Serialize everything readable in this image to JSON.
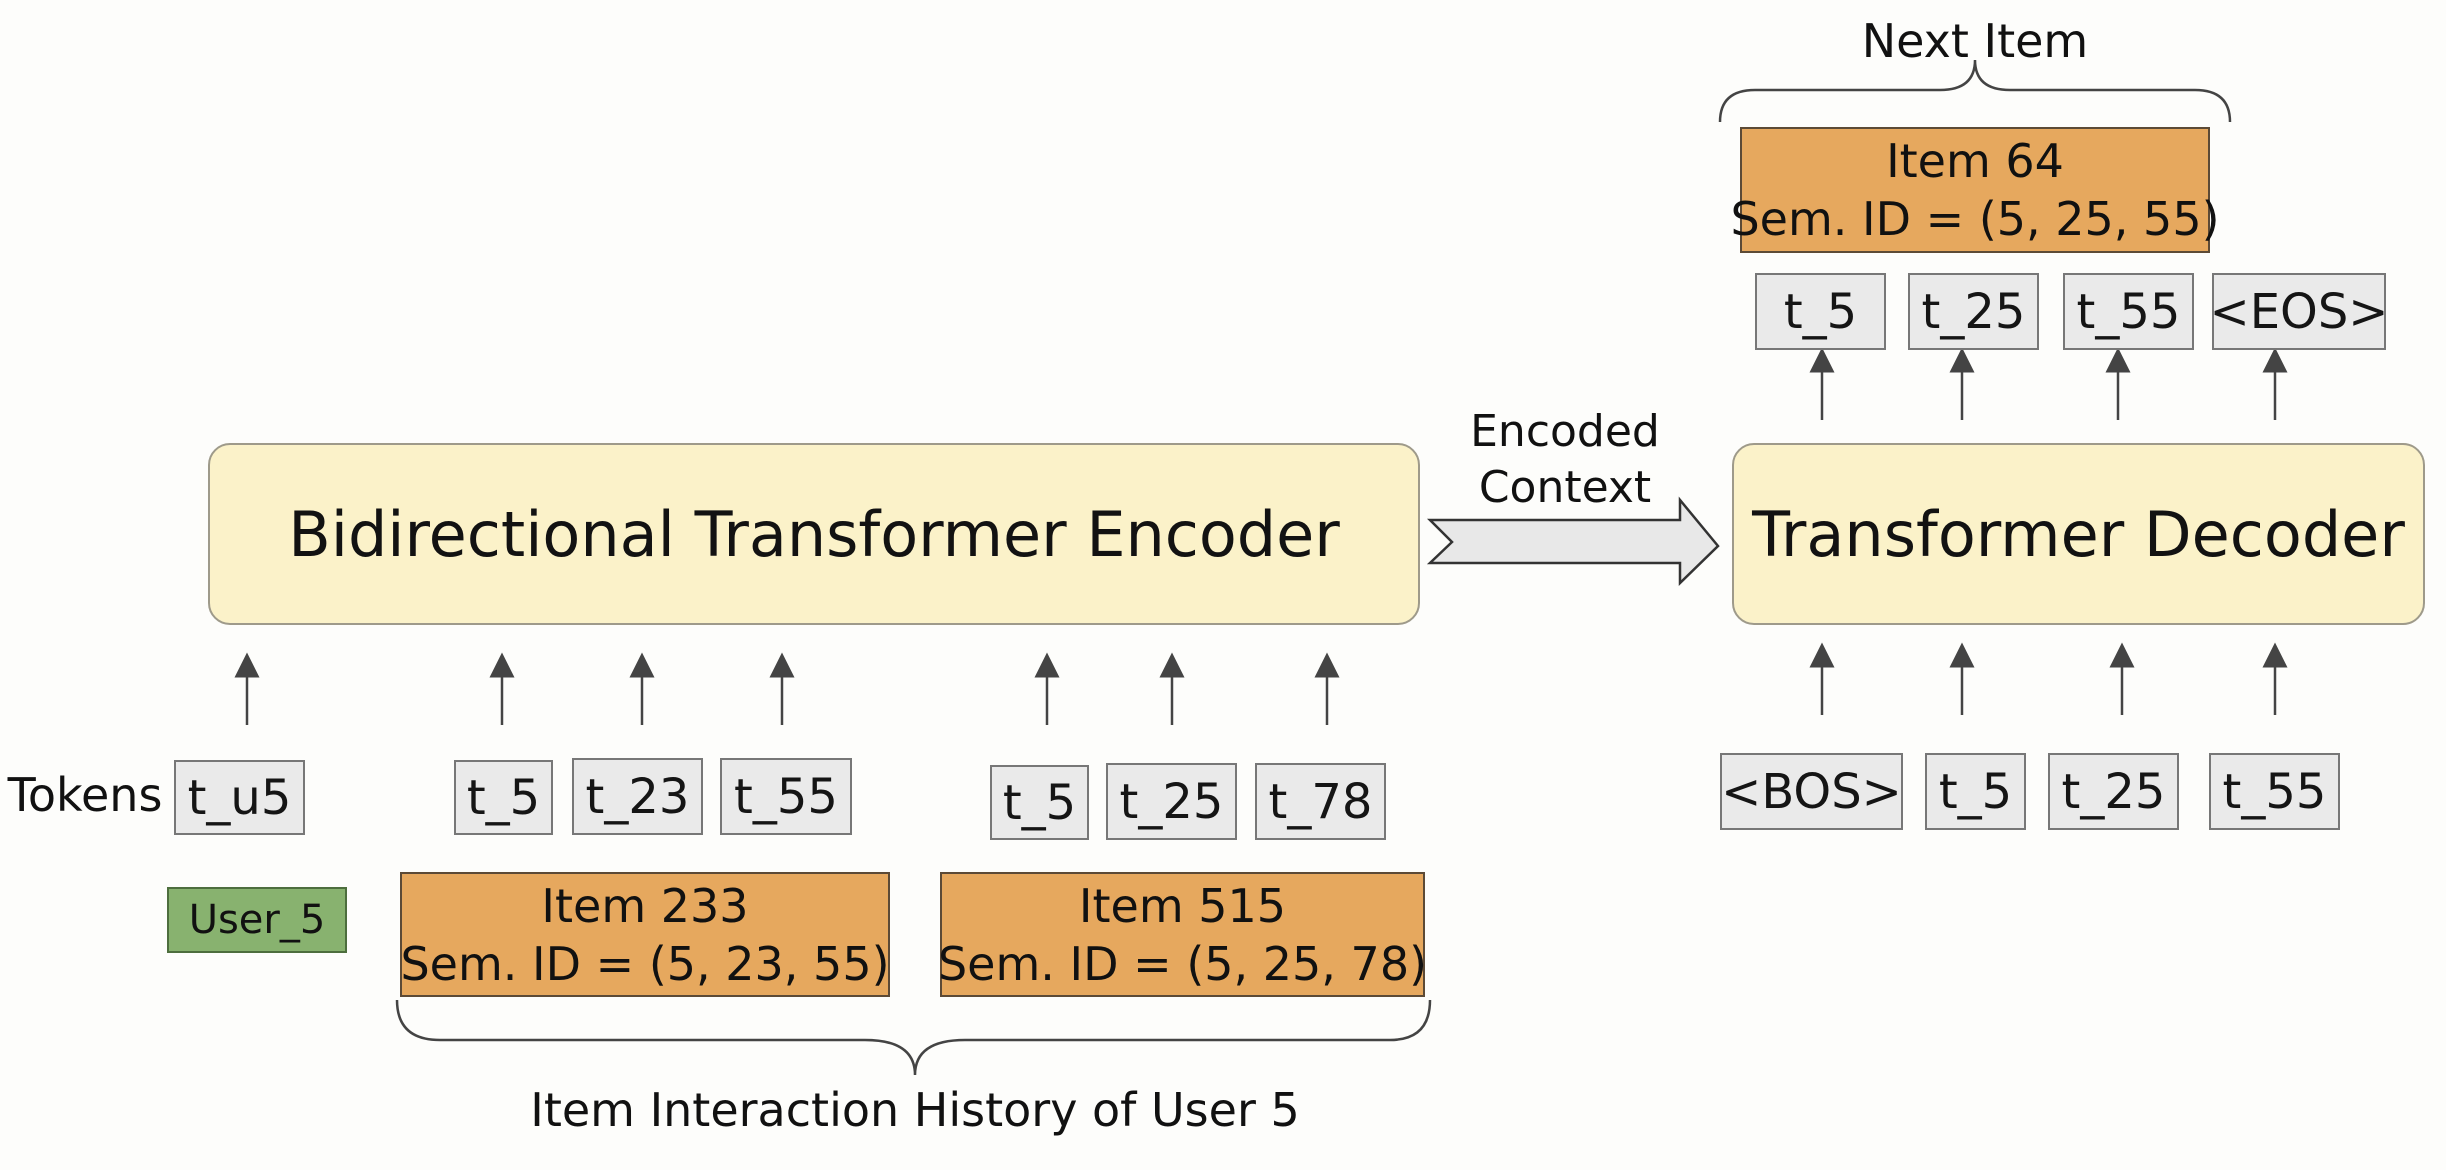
{
  "encoder": {
    "label": "Bidirectional Transformer Encoder"
  },
  "decoder": {
    "label": "Transformer Decoder"
  },
  "encoded_context": {
    "line1": "Encoded",
    "line2": "Context"
  },
  "tokens_label": "Tokens",
  "user": {
    "token": "t_u5",
    "label": "User_5"
  },
  "history_items": [
    {
      "name": "Item 233",
      "sem_id": "Sem. ID = (5, 23, 55)",
      "tokens": [
        "t_5",
        "t_23",
        "t_55"
      ]
    },
    {
      "name": "Item 515",
      "sem_id": "Sem. ID = (5, 25, 78)",
      "tokens": [
        "t_5",
        "t_25",
        "t_78"
      ]
    }
  ],
  "history_label": "Item Interaction History of User 5",
  "decoder_inputs": [
    "<BOS>",
    "t_5",
    "t_25",
    "t_55"
  ],
  "decoder_outputs": [
    "t_5",
    "t_25",
    "t_55",
    "<EOS>"
  ],
  "next_item": {
    "heading": "Next Item",
    "name": "Item 64",
    "sem_id": "Sem. ID = (5, 25, 55)"
  },
  "colors": {
    "block_fill": "#fbf2c9",
    "token_fill": "#eaeaea",
    "item_fill": "#e6a85e",
    "user_fill": "#88b26f"
  }
}
